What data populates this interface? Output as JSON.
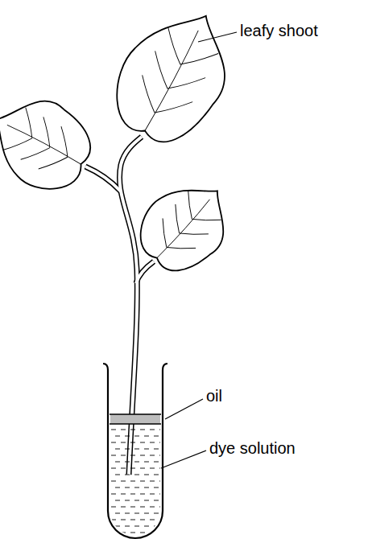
{
  "diagram": {
    "labels": [
      "leafy shoot",
      "oil",
      "dye solution"
    ]
  }
}
